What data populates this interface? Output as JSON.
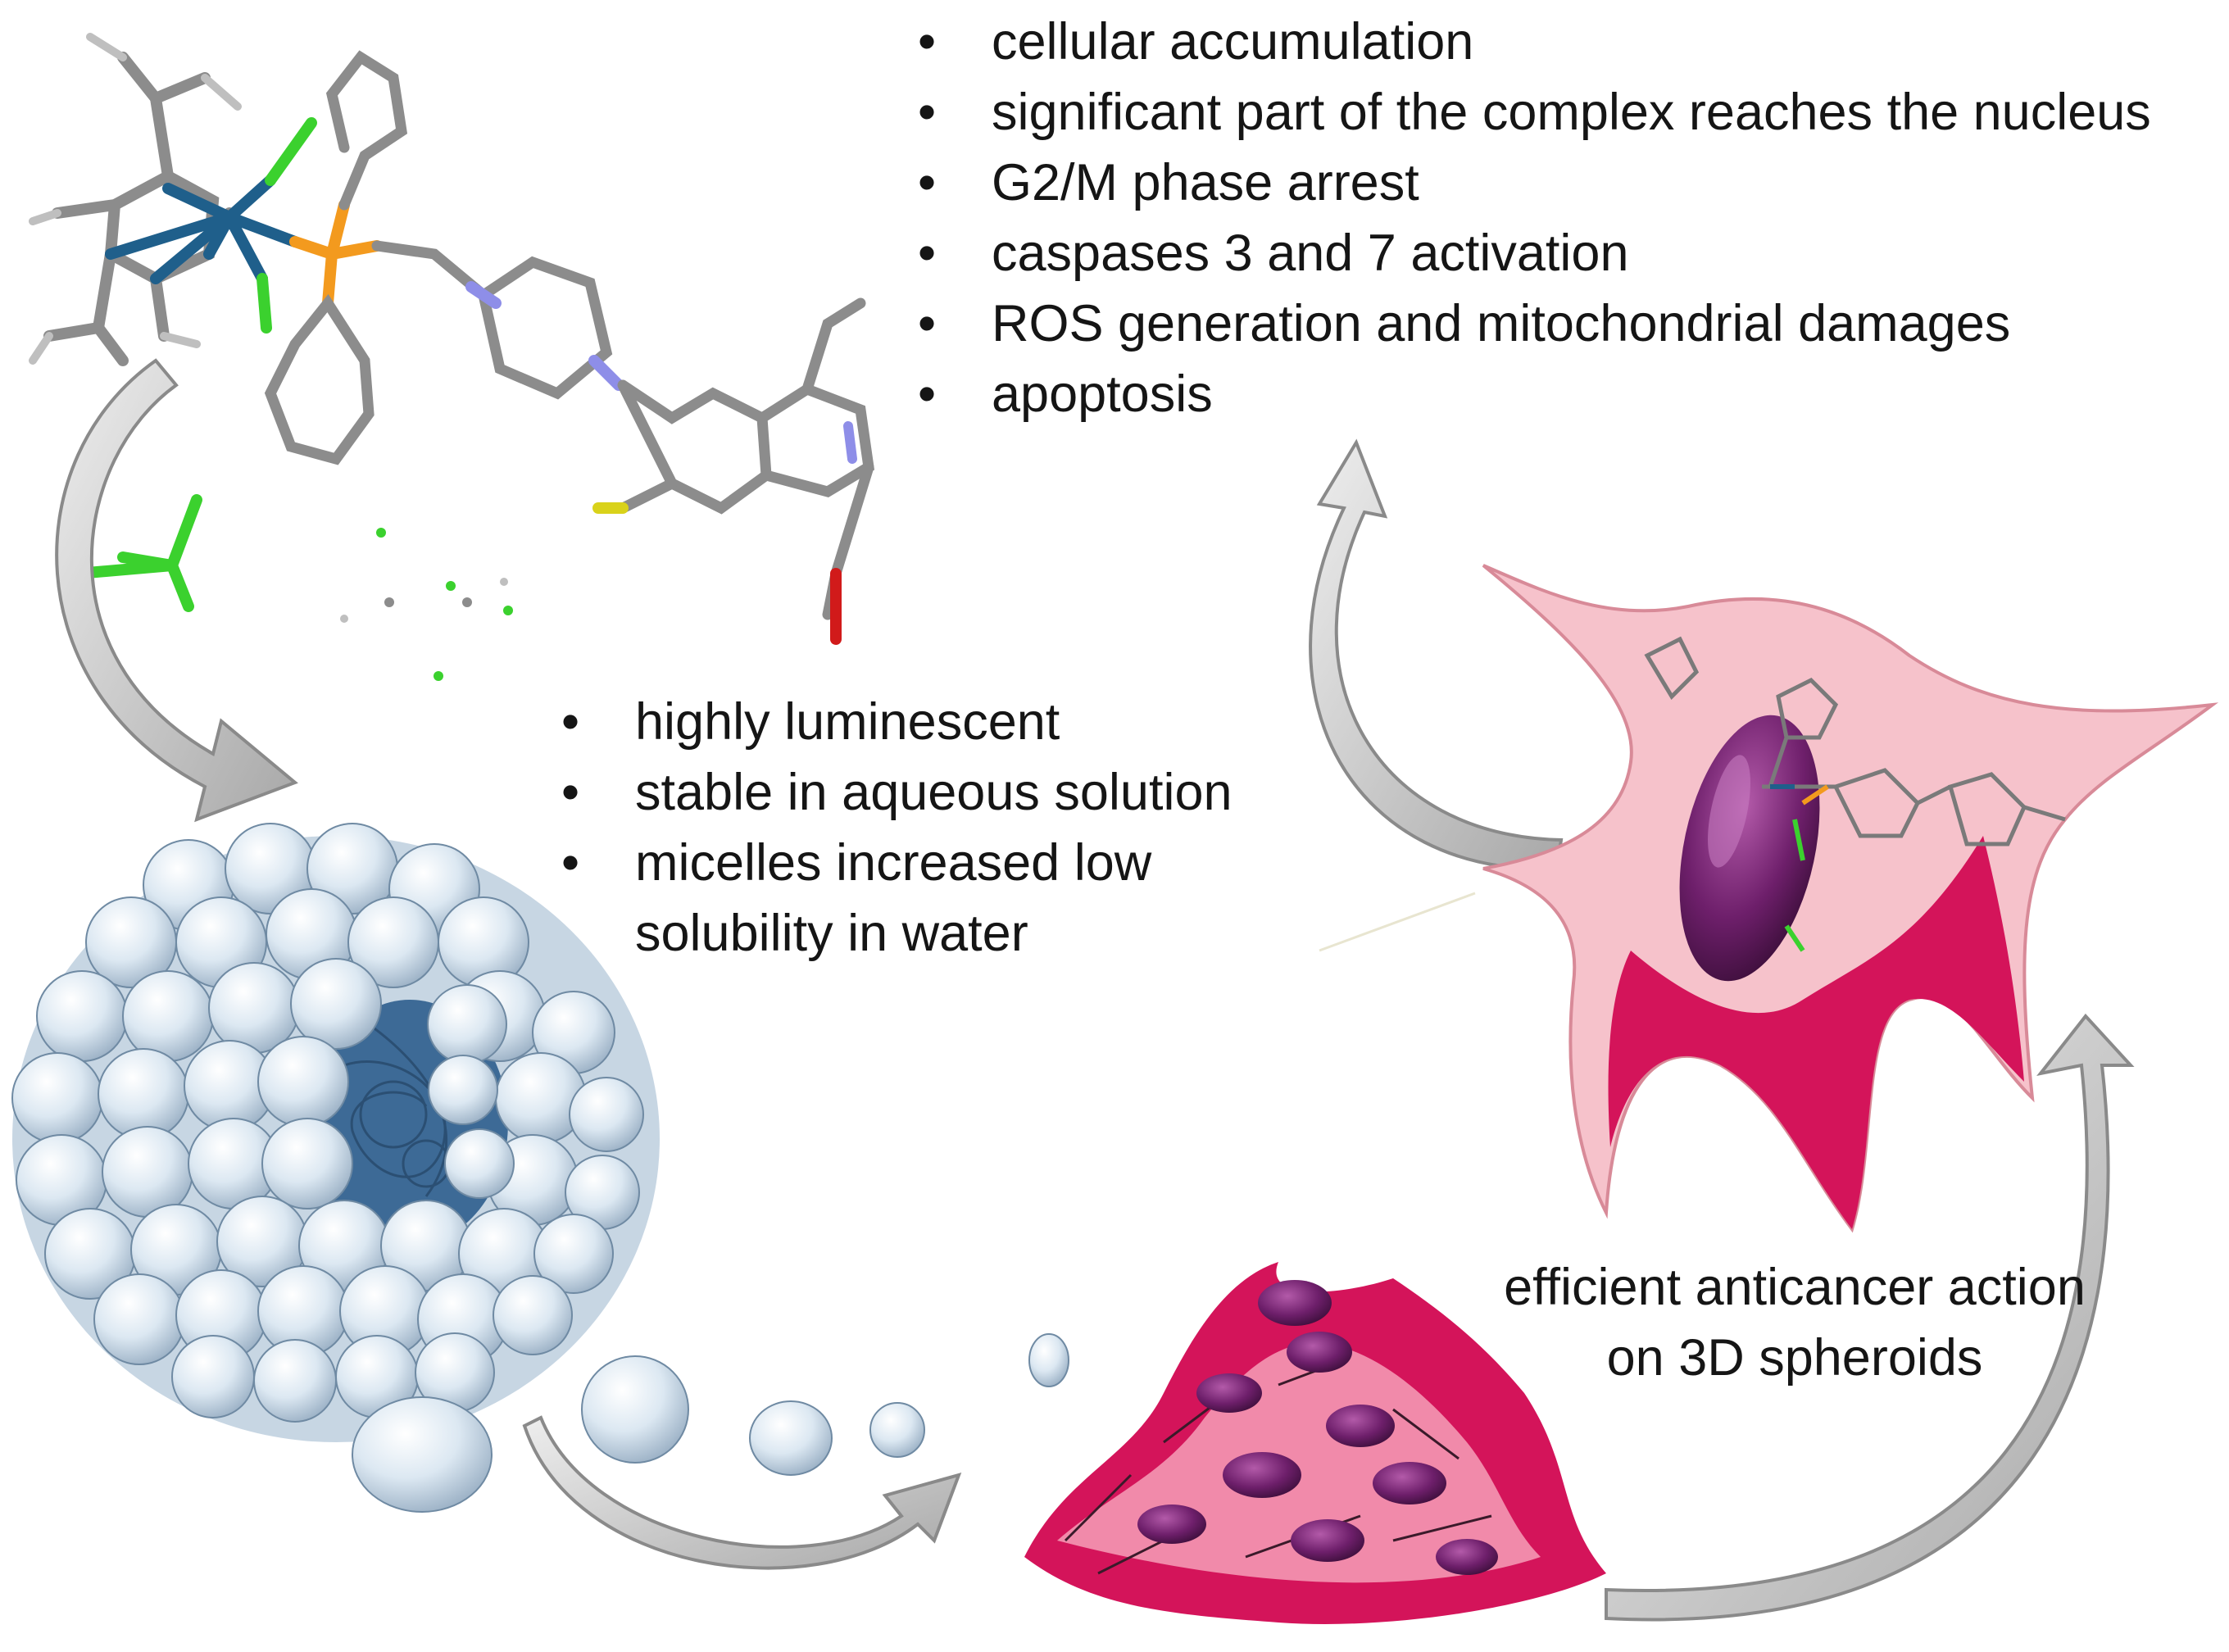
{
  "cell_effects": {
    "items": [
      "cellular accumulation",
      "significant part of the complex reaches the nucleus",
      "G2/M phase arrest",
      "caspases 3 and 7 activation",
      "ROS generation and mitochondrial damages",
      "apoptosis"
    ]
  },
  "micelle_properties": {
    "items": [
      "highly luminescent",
      "stable in aqueous solution",
      "micelles increased low solubility in water"
    ]
  },
  "spheroid_caption": {
    "line1": "efficient anticancer action",
    "line2": "on 3D spheroids"
  },
  "colors": {
    "arrow_fill": "#c9c9c9",
    "arrow_edge": "#8a8a8a",
    "micelle_sphere": "#dfe9f3",
    "micelle_core": "#3d6a96",
    "cell_light": "#f6c2cb",
    "cell_dark": "#d4145a",
    "nucleus": "#6e1f6b",
    "metal": "#1f5f8b",
    "phosphorus": "#f39a1e",
    "chlorine": "#3bd12e",
    "nitrogen": "#8e8ee8",
    "oxygen": "#d11a1a",
    "fluorine": "#d9d21a",
    "carbon": "#8c8c8c"
  }
}
